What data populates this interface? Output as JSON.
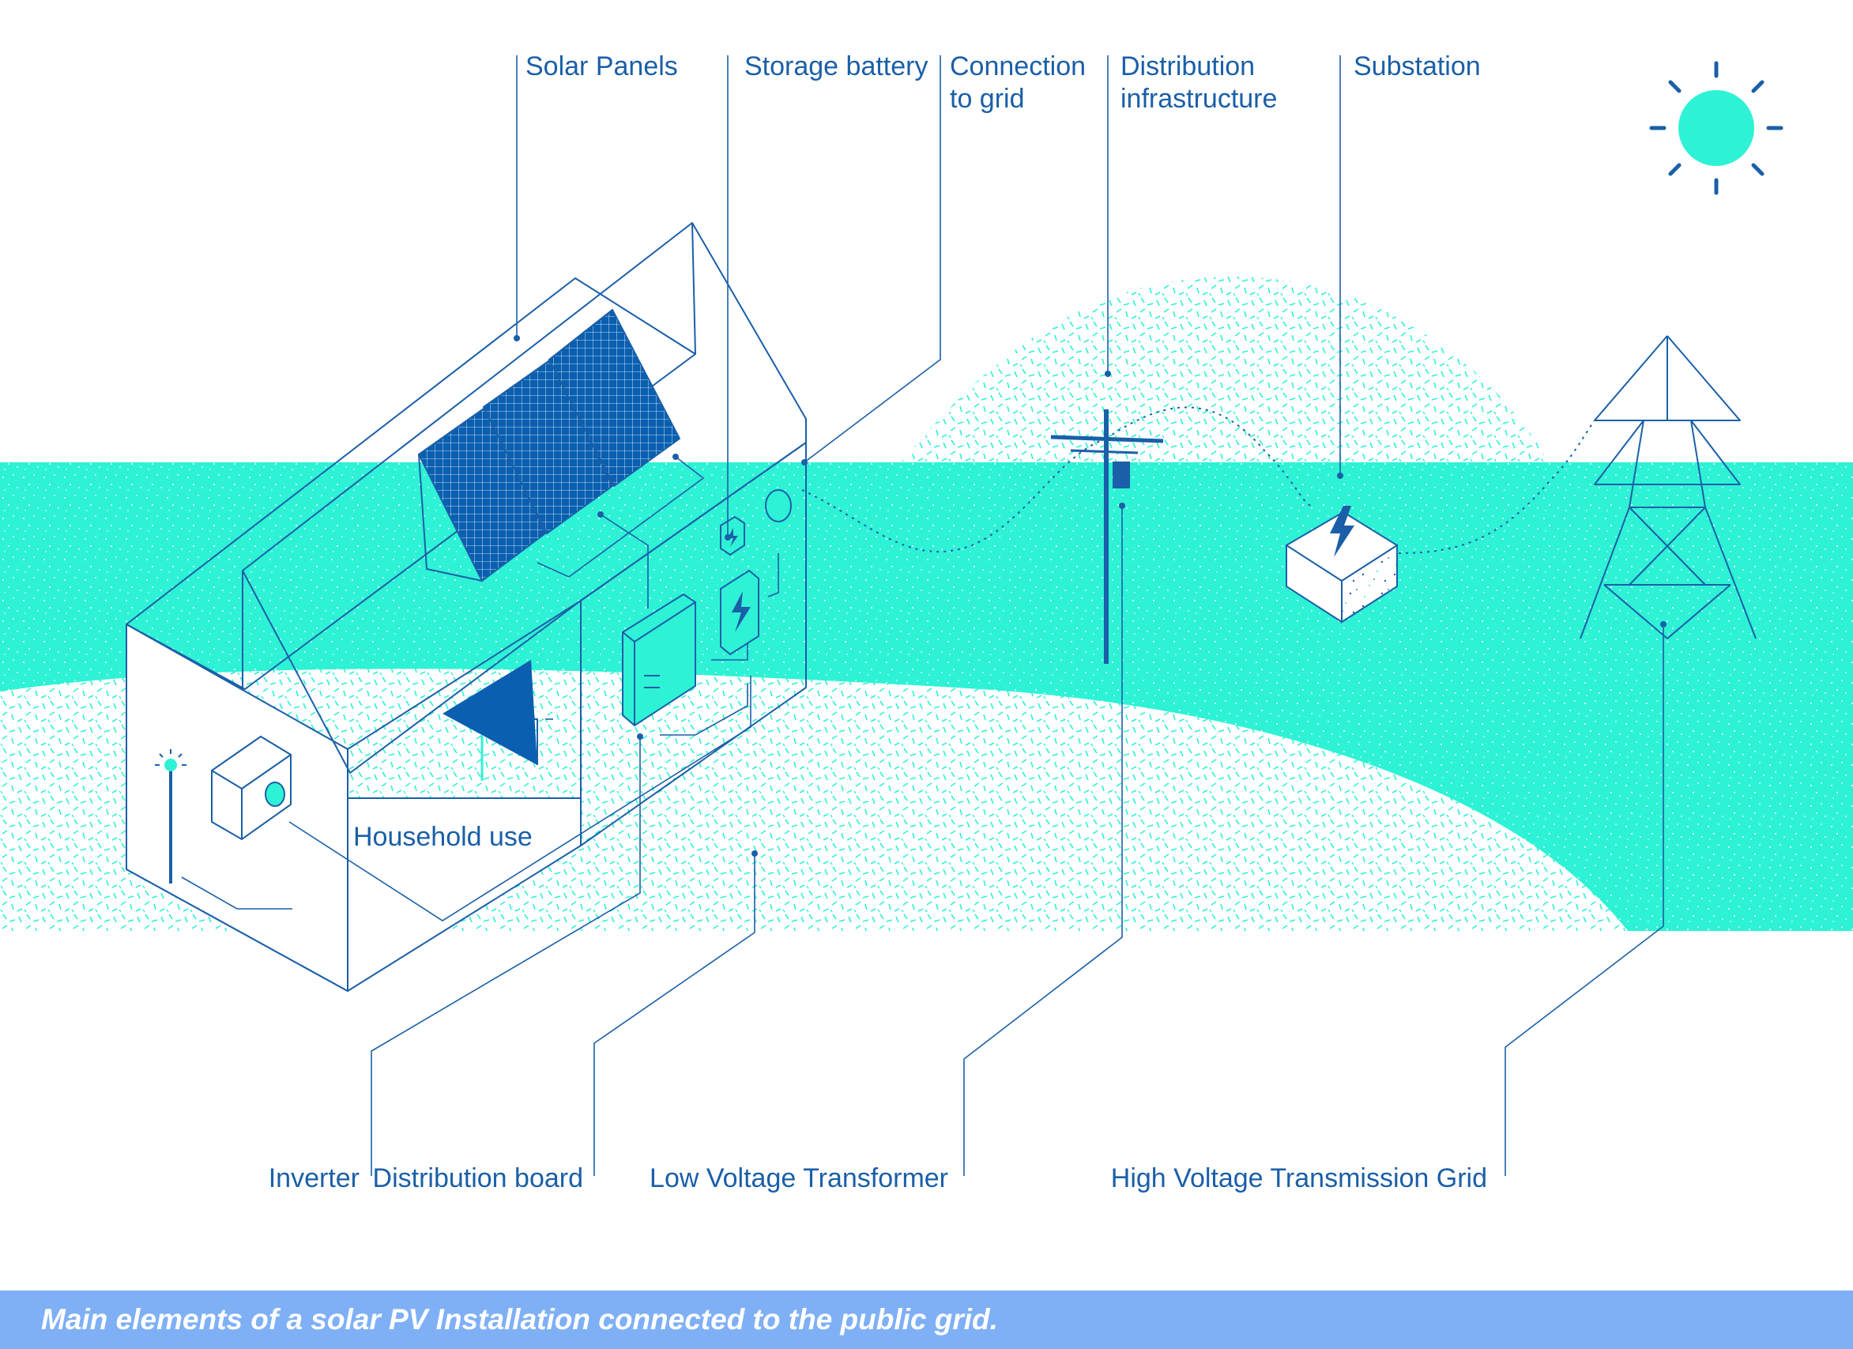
{
  "labels": {
    "solar_panels": "Solar Panels",
    "storage_battery": "Storage battery",
    "connection_to_grid_line1": "Connection",
    "connection_to_grid_line2": "to grid",
    "distribution_infrastructure_line1": "Distribution",
    "distribution_infrastructure_line2": "infrastructure",
    "substation": "Substation",
    "household_use": "Household use",
    "inverter": "Inverter",
    "distribution_board": "Distribution board",
    "low_voltage_transformer": "Low Voltage Transformer",
    "high_voltage_transmission_grid": "High Voltage Transmission Grid"
  },
  "caption": "Main elements of a solar PV Installation connected to the public grid.",
  "colors": {
    "line_blue": "#1a5fa8",
    "dark_blue": "#0a5fb0",
    "turquoise": "#2ef2d5",
    "caption_bar": "#7fb0f5"
  },
  "icons": [
    "sun-icon",
    "lightning-bolt-icon",
    "lamp-icon",
    "washing-machine-icon"
  ]
}
